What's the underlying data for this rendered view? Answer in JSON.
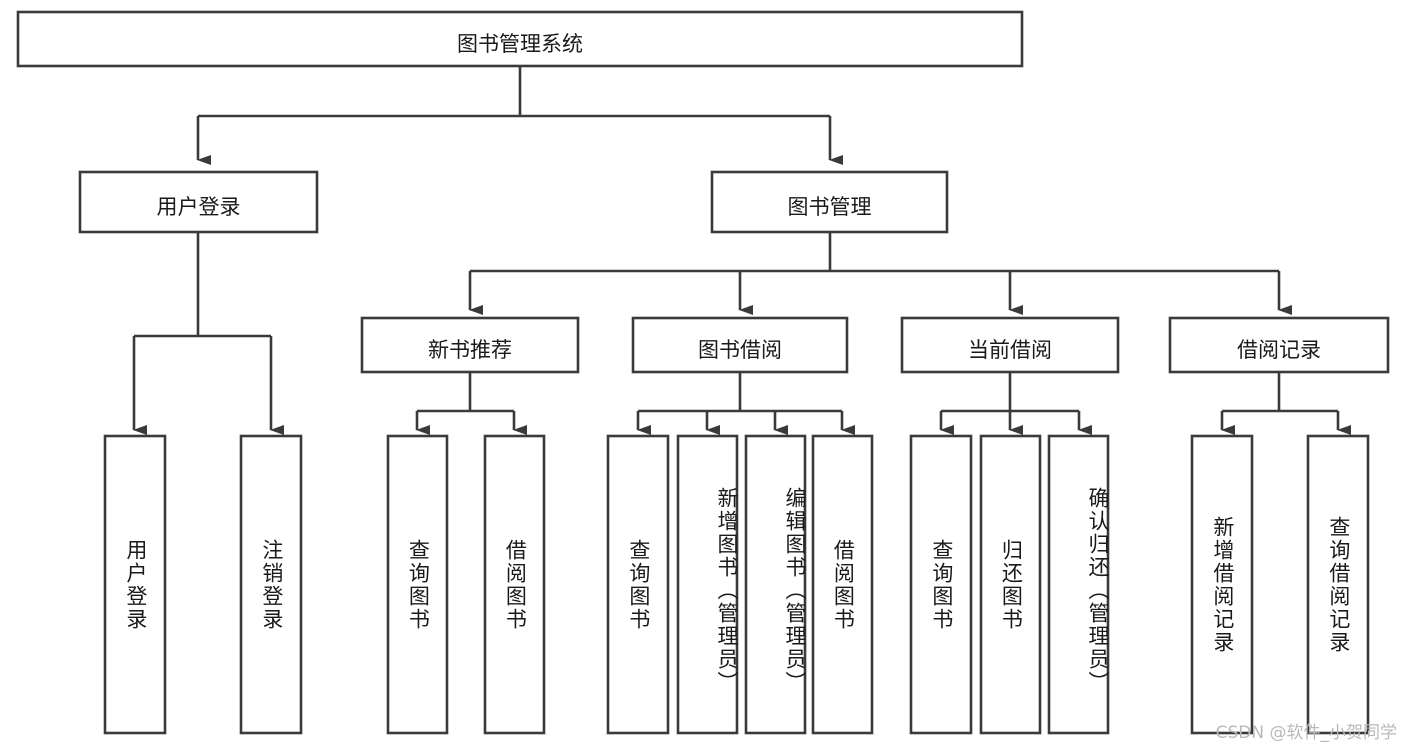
{
  "diagram": {
    "type": "hierarchy-tree",
    "title_node": "图书管理系统",
    "watermark": "CSDN @软件_小贺同学",
    "colors": {
      "box_stroke": "#3a3a3a",
      "box_fill": "#ffffff",
      "text": "#1a1a1a",
      "background": "#ffffff",
      "watermark": "#b9b9b9"
    },
    "root": {
      "label": "图书管理系统"
    },
    "level2": [
      {
        "label": "用户登录"
      },
      {
        "label": "图书管理"
      }
    ],
    "level3": [
      {
        "label": "新书推荐"
      },
      {
        "label": "图书借阅"
      },
      {
        "label": "当前借阅"
      },
      {
        "label": "借阅记录"
      }
    ],
    "leaves": {
      "user_login": [
        {
          "label": "用户登录"
        },
        {
          "label": "注销登录"
        }
      ],
      "new_book_recommend": [
        {
          "label": "查询图书"
        },
        {
          "label": "借阅图书"
        }
      ],
      "book_borrow": [
        {
          "label": "查询图书"
        },
        {
          "label": "新增图书（管理员）"
        },
        {
          "label": "编辑图书（管理员）"
        },
        {
          "label": "借阅图书"
        }
      ],
      "current_borrow": [
        {
          "label": "查询图书"
        },
        {
          "label": "归还图书"
        },
        {
          "label": "确认归还（管理员）"
        }
      ],
      "borrow_records": [
        {
          "label": "新增借阅记录"
        },
        {
          "label": "查询借阅记录"
        }
      ]
    }
  }
}
